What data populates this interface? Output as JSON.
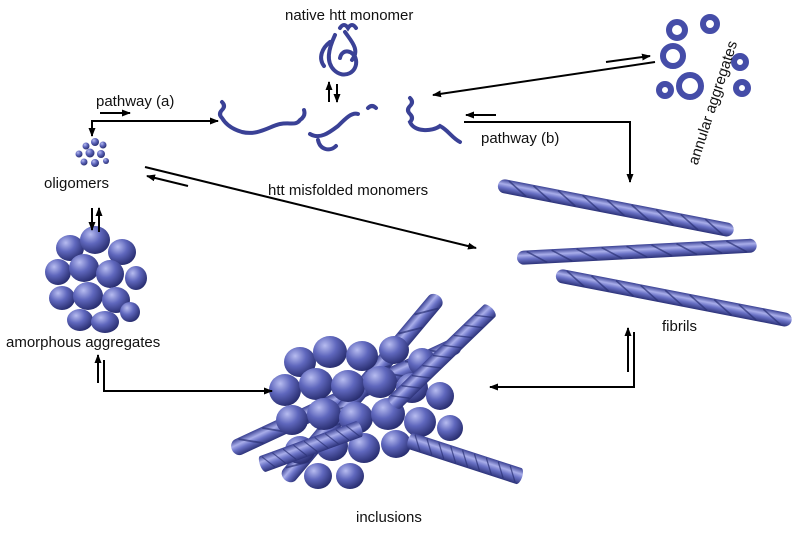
{
  "labels": {
    "native_monomer": "native htt monomer",
    "pathway_a": "pathway (a)",
    "pathway_b": "pathway (b)",
    "oligomers": "oligomers",
    "misfolded_monomers": "htt misfolded monomers",
    "annular_aggregates": "annular aggregates",
    "amorphous_aggregates": "amorphous aggregates",
    "fibrils": "fibrils",
    "inclusions": "inclusions"
  },
  "colors": {
    "protein": "#5a62b8",
    "protein_dark": "#2a2f73",
    "protein_light": "#9ea4e6",
    "arrow": "#000000",
    "text": "#111111"
  }
}
